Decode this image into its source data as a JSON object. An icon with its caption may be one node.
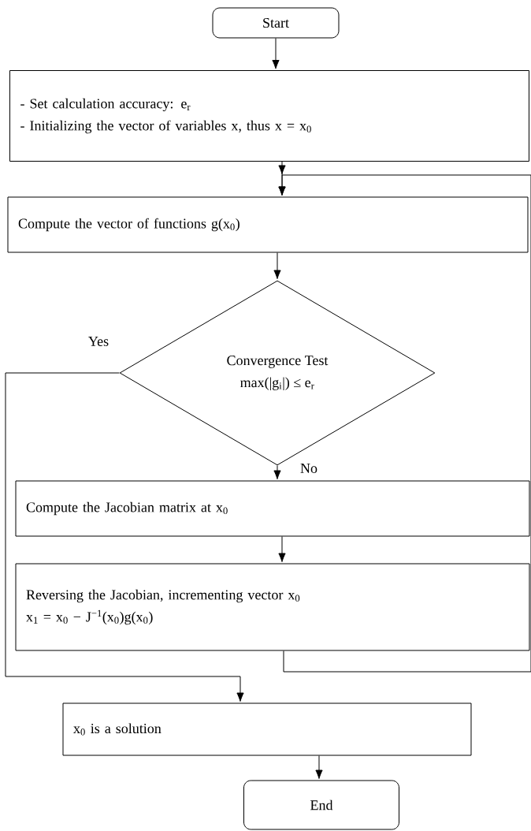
{
  "diagram": {
    "nodes": [
      {
        "text": [
          "Start"
        ]
      },
      {
        "text": [
          "- Set calculation accuracy: e$_{r}$",
          "- Initializing the vector of variables x, thus x = x$_{0}$"
        ]
      },
      {
        "text": [
          "Compute the vector of functions g(x$_{0}$)"
        ]
      },
      {
        "text": [
          "Convergence Test",
          "max(|g$_{i}$|) ≤ e$_{r}$"
        ]
      },
      {
        "text": [
          "Compute the Jacobian matrix at x$_{0}$"
        ]
      },
      {
        "text": [
          "Reversing the Jacobian, incrementing vector x$_{0}$",
          "x$_{1}$ = x$_{0}$ − J$^{−1}$(x$_{0}$)g(x$_{0}$)"
        ]
      },
      {
        "text": [
          "x$_{0}$ is a solution"
        ]
      },
      {
        "text": [
          "End"
        ]
      }
    ],
    "edges": [
      {
        "from": 0,
        "to": 1,
        "arrow": "to"
      },
      {
        "from": 1,
        "to": 2,
        "arrow": "to"
      },
      {
        "from": 2,
        "to": 3,
        "arrow": "to"
      },
      {
        "from": 3,
        "to": 6,
        "arrow": "to",
        "label": "Yes"
      },
      {
        "from": 3,
        "to": 4,
        "arrow": "to",
        "label": "No"
      },
      {
        "from": 4,
        "to": 5,
        "arrow": "to"
      },
      {
        "from": 5,
        "to": 2,
        "arrow": "to"
      },
      {
        "from": 6,
        "to": 7,
        "arrow": "to"
      }
    ]
  }
}
